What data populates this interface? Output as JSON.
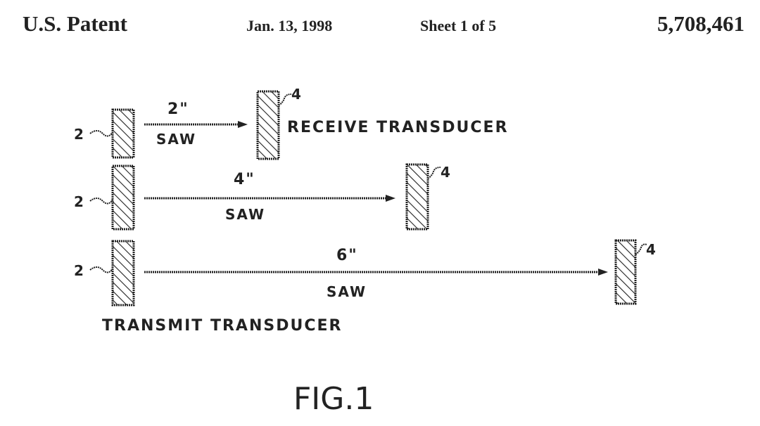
{
  "header": {
    "left": "U.S. Patent",
    "date": "Jan. 13, 1998",
    "sheet": "Sheet 1 of 5",
    "patent_number": "5,708,461"
  },
  "figure": {
    "rows": [
      {
        "distance": "2\"",
        "medium": "SAW",
        "transmit_ref": "2",
        "receive_ref": "4"
      },
      {
        "distance": "4\"",
        "medium": "SAW",
        "transmit_ref": "2",
        "receive_ref": "4"
      },
      {
        "distance": "6\"",
        "medium": "SAW",
        "transmit_ref": "2",
        "receive_ref": "4"
      }
    ],
    "receive_label": "RECEIVE TRANSDUCER",
    "transmit_label": "TRANSMIT TRANSDUCER",
    "caption": "FIG.1"
  }
}
